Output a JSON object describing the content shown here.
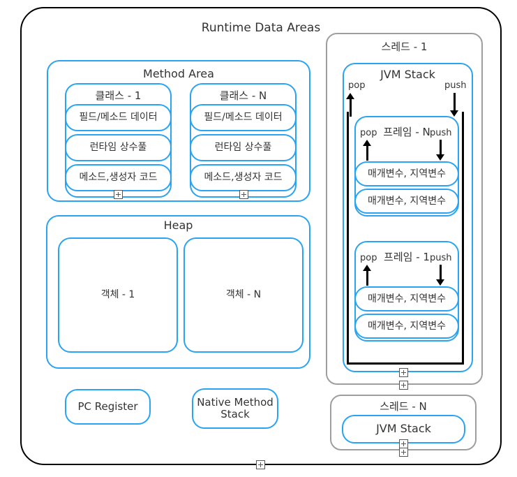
{
  "diagram": {
    "title": "Runtime Data Areas",
    "method_area": {
      "title": "Method Area",
      "classes": [
        {
          "title": "클래스 - 1",
          "items": [
            "필드/메소드 데이터",
            "런타임 상수풀",
            "메소드,생성자 코드"
          ]
        },
        {
          "title": "클래스 - N",
          "items": [
            "필드/메소드 데이터",
            "런타임 상수풀",
            "메소드,생성자 코드"
          ]
        }
      ]
    },
    "heap": {
      "title": "Heap",
      "objects": [
        "객체 - 1",
        "객체 - N"
      ]
    },
    "pc_register": {
      "label": "PC Register"
    },
    "native_method_stack": {
      "label": "Native Method\nStack",
      "line1": "Native Method",
      "line2": "Stack"
    },
    "threads": [
      {
        "title": "스레드 - 1",
        "stack": {
          "title": "JVM Stack",
          "pop_label": "pop",
          "push_label": "push",
          "frames": [
            {
              "title": "프레임 - N",
              "pop_label": "pop",
              "push_label": "push",
              "slots": [
                "매개변수, 지역변수",
                "매개변수, 지역변수"
              ]
            },
            {
              "title": "프레임 - 1",
              "pop_label": "pop",
              "push_label": "push",
              "slots": [
                "매개변수, 지역변수",
                "매개변수, 지역변수"
              ]
            }
          ]
        }
      },
      {
        "title": "스레드 - N",
        "stack": {
          "title": "JVM Stack",
          "frames": []
        }
      }
    ],
    "colors": {
      "accent_blue": "#29a3f2",
      "outline_black": "#000000",
      "thread_gray": "#9e9e9e",
      "text": "#333333",
      "background": "#ffffff"
    },
    "collapse_marker": "+"
  }
}
